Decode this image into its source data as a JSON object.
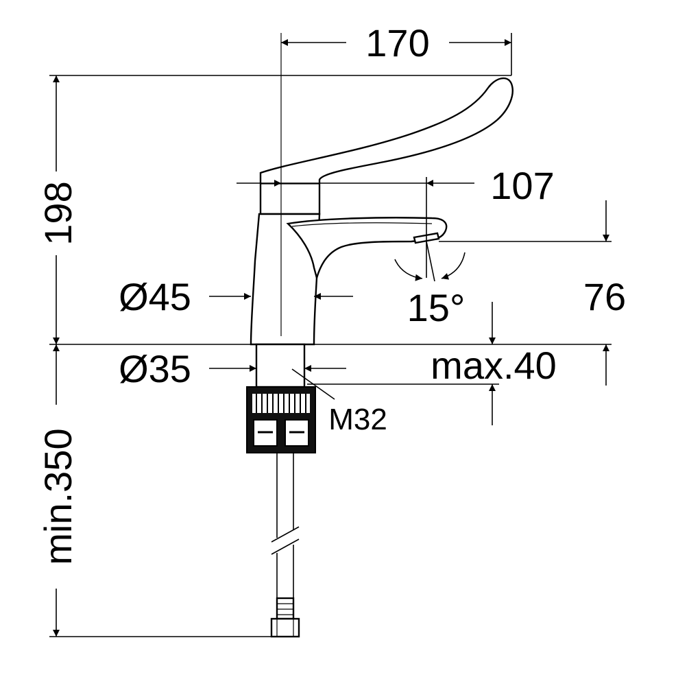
{
  "dimensions": {
    "total_length": "170",
    "spout_reach": "107",
    "total_height": "198",
    "body_diameter": "Ø45",
    "shank_diameter": "Ø35",
    "outlet_height": "76",
    "spray_angle": "15°",
    "max_deck_thickness": "max.40",
    "thread": "M32",
    "min_hose_length": "min.350"
  }
}
